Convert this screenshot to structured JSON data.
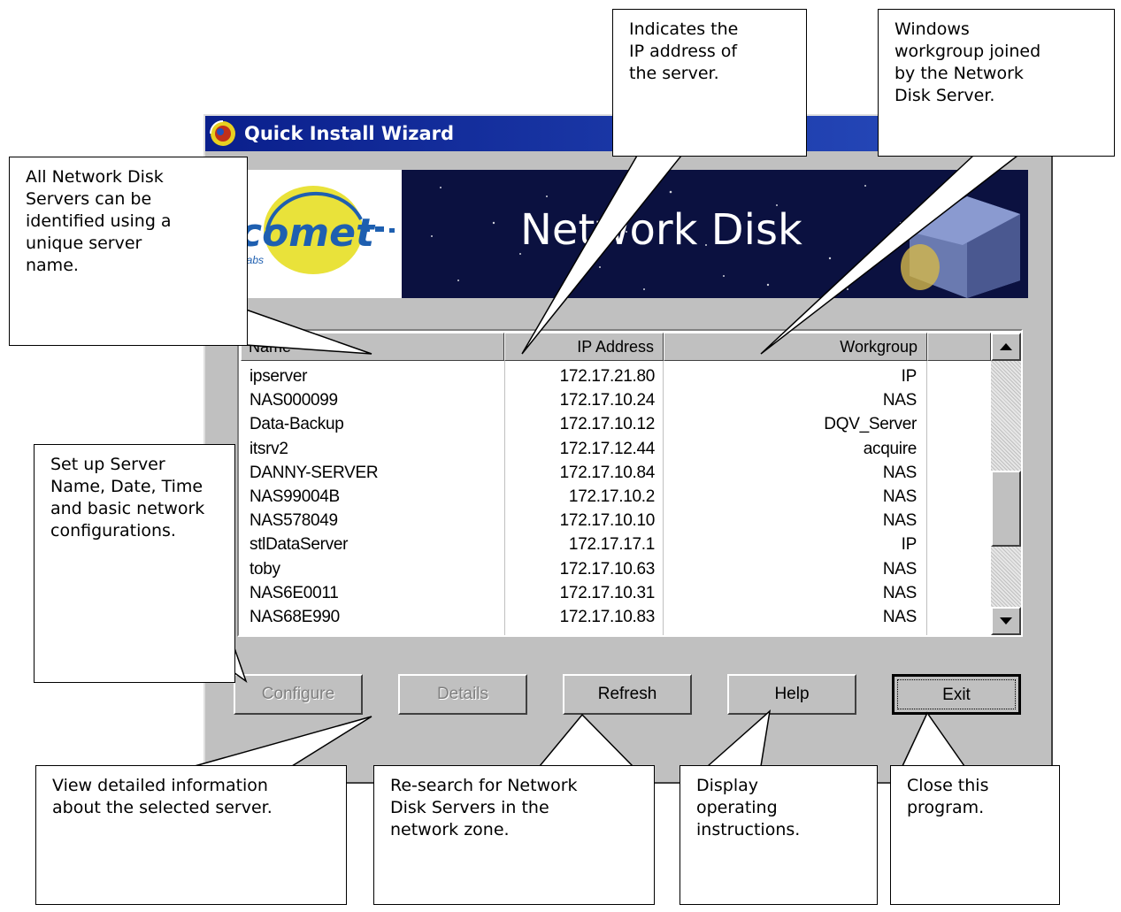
{
  "window": {
    "title": "Quick Install Wizard"
  },
  "banner": {
    "logo_text": "comet",
    "logo_subtext": "labs",
    "product_name": "Network Disk"
  },
  "list": {
    "columns": [
      "Name",
      "IP Address",
      "Workgroup"
    ],
    "rows": [
      {
        "name": "ipserver",
        "ip": "172.17.21.80",
        "workgroup": "IP"
      },
      {
        "name": "NAS000099",
        "ip": "172.17.10.24",
        "workgroup": "NAS"
      },
      {
        "name": "Data-Backup",
        "ip": "172.17.10.12",
        "workgroup": "DQV_Server"
      },
      {
        "name": "itsrv2",
        "ip": "172.17.12.44",
        "workgroup": "acquire"
      },
      {
        "name": "DANNY-SERVER",
        "ip": "172.17.10.84",
        "workgroup": "NAS"
      },
      {
        "name": "NAS99004B",
        "ip": "172.17.10.2",
        "workgroup": "NAS"
      },
      {
        "name": "NAS578049",
        "ip": "172.17.10.10",
        "workgroup": "NAS"
      },
      {
        "name": "stlDataServer",
        "ip": "172.17.17.1",
        "workgroup": "IP"
      },
      {
        "name": "toby",
        "ip": "172.17.10.63",
        "workgroup": "NAS"
      },
      {
        "name": "NAS6E0011",
        "ip": "172.17.10.31",
        "workgroup": "NAS"
      },
      {
        "name": "NAS68E990",
        "ip": "172.17.10.83",
        "workgroup": "NAS"
      }
    ]
  },
  "buttons": {
    "configure": {
      "label": "Configure",
      "enabled": false
    },
    "details": {
      "label": "Details",
      "enabled": false
    },
    "refresh": {
      "label": "Refresh",
      "enabled": true
    },
    "help": {
      "label": "Help",
      "enabled": true
    },
    "exit": {
      "label": "Exit",
      "enabled": true
    }
  },
  "callouts": {
    "ip_address": "Indicates the\nIP address of\nthe server.",
    "workgroup": "Windows\nworkgroup joined\nby the Network\nDisk Server.",
    "server_name": "All Network Disk\nServers can be\nidentified using a\nunique server\nname.",
    "configure": "Set up Server\nName, Date, Time\nand basic network\nconfigurations.",
    "details": "View detailed information\nabout the selected server.",
    "refresh": "Re-search for Network\nDisk Servers in the\nnetwork zone.",
    "help": "Display\noperating\ninstructions.",
    "exit": "Close this\nprogram."
  },
  "colors": {
    "titlebar": "#0a1f8c",
    "window_face": "#c0c0c0",
    "banner_sky": "#0b1140",
    "logo_blue": "#1e5fb0",
    "logo_yellow": "#e9e23a"
  }
}
